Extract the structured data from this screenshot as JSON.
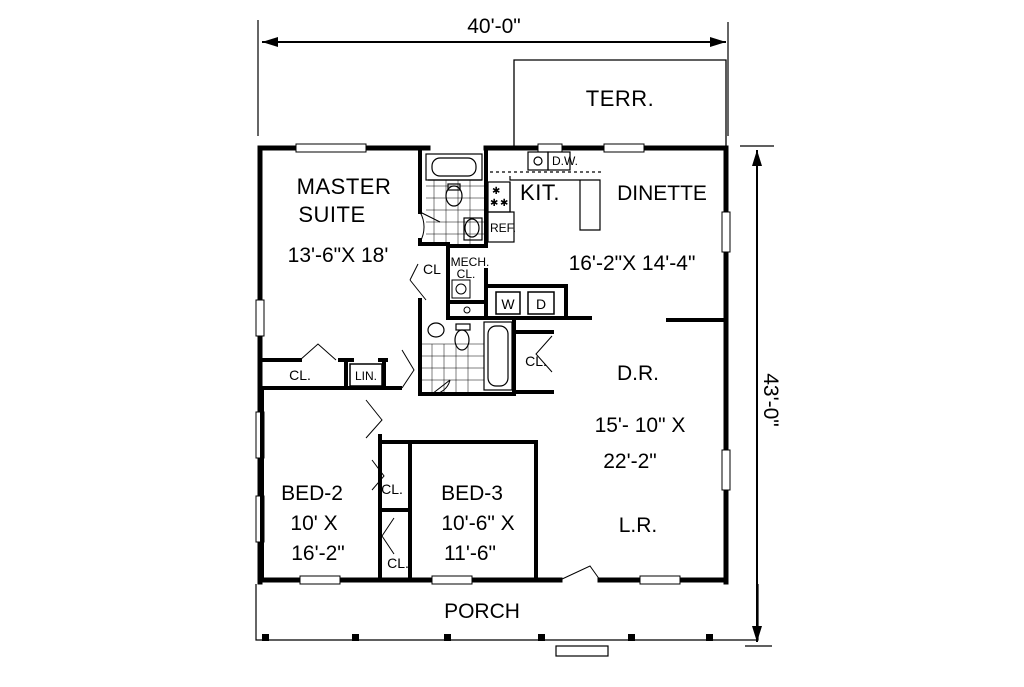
{
  "dimensions": {
    "width": "40'-0\"",
    "depth": "43'-0\""
  },
  "rooms": {
    "terrace": "TERR.",
    "master": {
      "line1": "MASTER",
      "line2": "SUITE",
      "size": "13'-6\"X 18'"
    },
    "kitchen": "KIT.",
    "dinette": {
      "name": "DINETTE",
      "size": "16'-2\"X 14'-4\""
    },
    "mech": {
      "line1": "MECH.",
      "line2": "CL."
    },
    "dining_living": {
      "dr": "D.R.",
      "size1": "15'- 10\" X",
      "size2": "22'-2\"",
      "lr": "L.R."
    },
    "bed2": {
      "name": "BED-2",
      "size1": "10' X",
      "size2": "16'-2\""
    },
    "bed3": {
      "name": "BED-3",
      "size1": "10'-6\" X",
      "size2": "11'-6\""
    },
    "porch": "PORCH"
  },
  "fixtures": {
    "dishwasher": "D.W.",
    "refrigerator": "REF.",
    "washer": "W",
    "dryer": "D"
  },
  "closets": {
    "master": "CL",
    "master_lower": "CL.",
    "linen": "LIN.",
    "hall": "CL.",
    "bed2": "CL.",
    "bed3": "CL."
  }
}
